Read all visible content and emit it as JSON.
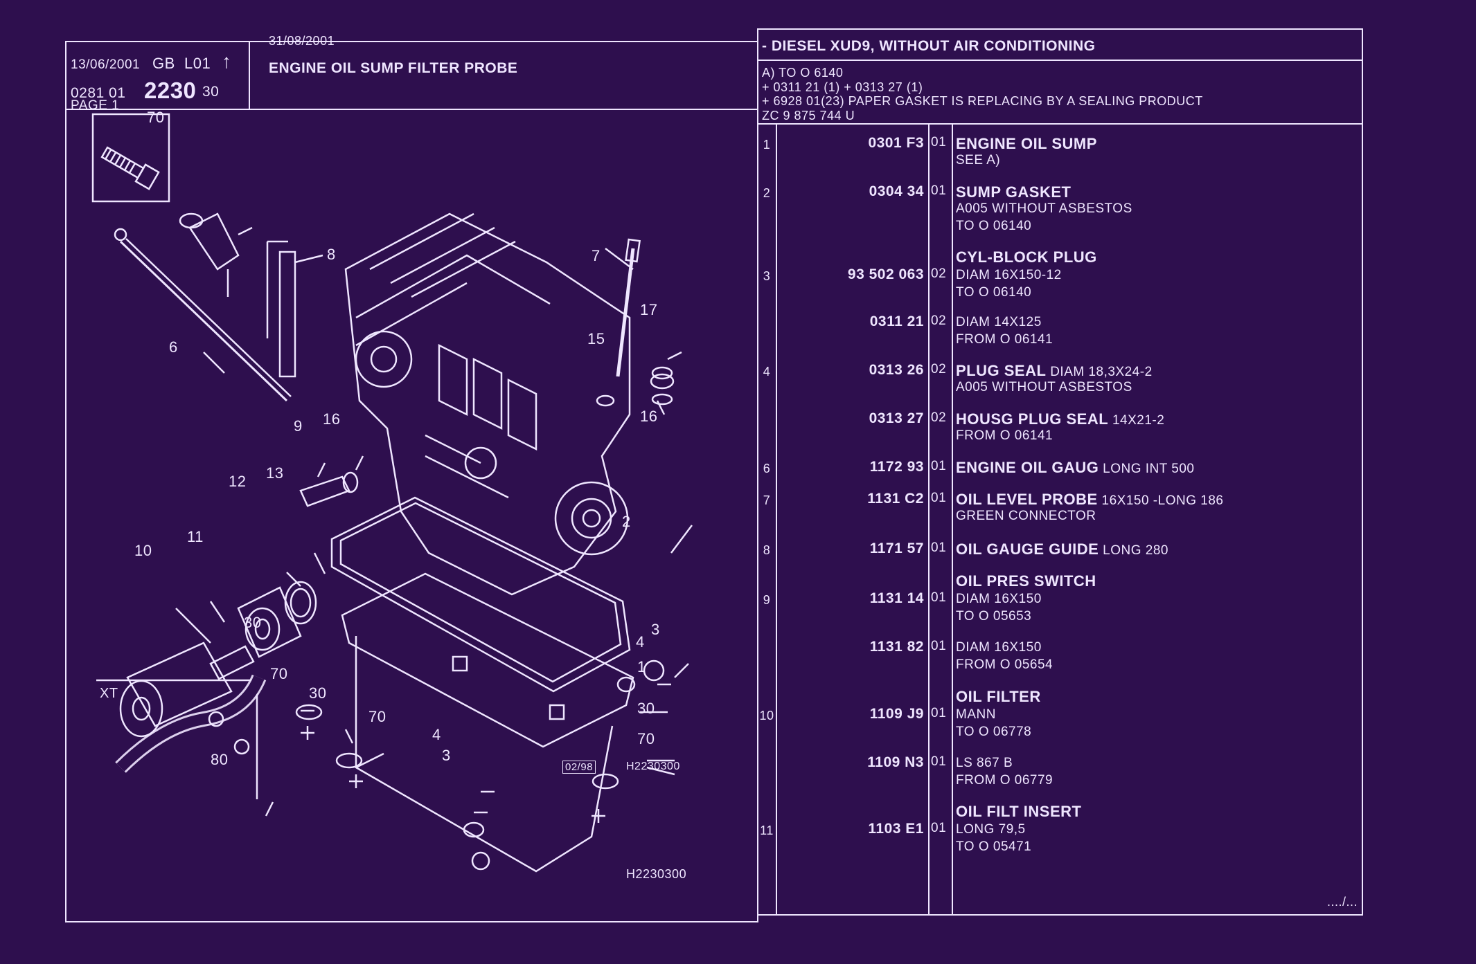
{
  "header": {
    "date1": "13/06/2001",
    "lang": "GB",
    "level": "L01",
    "arrow": "↑",
    "ref_prefix": "0281  01",
    "ref_main": "2230",
    "ref_suffix": "30",
    "page": "PAGE  1",
    "date2": "31/08/2001",
    "title": "ENGINE OIL SUMP FILTER PROBE",
    "variant": "- DIESEL XUD9, WITHOUT AIR CONDITIONING",
    "notes": [
      "A) TO O 6140",
      "+  0311 21 (1)  +  0313 27 (1)",
      "+  6928 01(23) PAPER GASKET IS REPLACING BY A SEALING PRODUCT",
      "ZC 9 875 744 U"
    ]
  },
  "diagram": {
    "labels": [
      "70",
      "8",
      "7",
      "17",
      "6",
      "15",
      "16",
      "9",
      "16",
      "12",
      "13",
      "2",
      "10",
      "11",
      "30",
      "3",
      "4",
      "1",
      "70",
      "30",
      "70",
      "30",
      "70",
      "4",
      "3",
      "80",
      "XT"
    ],
    "ref_box": "02/98",
    "code1": "H2230300",
    "code2": "H2230300"
  },
  "parts": [
    {
      "idx": "1",
      "part": "0301 F3",
      "qty": "01",
      "name": "ENGINE OIL SUMP",
      "spec": "",
      "lines": [
        "SEE A)"
      ]
    },
    {
      "idx": "2",
      "part": "0304 34",
      "qty": "01",
      "name": "SUMP GASKET",
      "spec": "",
      "lines": [
        "A005 WITHOUT ASBESTOS",
        "TO  O  06140"
      ]
    },
    {
      "idx": "",
      "part": "",
      "qty": "",
      "name": "CYL-BLOCK PLUG",
      "spec": "",
      "lines": []
    },
    {
      "idx": "3",
      "part": "93 502 063",
      "qty": "02",
      "name": "",
      "spec": "",
      "lines": [
        "DIAM 16X150-12",
        "TO  O  06140"
      ]
    },
    {
      "idx": "",
      "part": "0311 21",
      "qty": "02",
      "name": "",
      "spec": "",
      "lines": [
        "DIAM 14X125",
        "FROM  O  06141"
      ]
    },
    {
      "idx": "4",
      "part": "0313 26",
      "qty": "02",
      "name": "PLUG SEAL",
      "spec": "DIAM 18,3X24-2",
      "lines": [
        "A005 WITHOUT ASBESTOS"
      ]
    },
    {
      "idx": "",
      "part": "0313 27",
      "qty": "02",
      "name": "HOUSG PLUG SEAL",
      "spec": "14X21-2",
      "lines": [
        "FROM  O  06141"
      ]
    },
    {
      "idx": "6",
      "part": "1172 93",
      "qty": "01",
      "name": "ENGINE OIL GAUG",
      "spec": "LONG INT 500",
      "lines": []
    },
    {
      "idx": "7",
      "part": "1131 C2",
      "qty": "01",
      "name": "OIL LEVEL PROBE",
      "spec": "16X150 -LONG 186",
      "lines": [
        "GREEN CONNECTOR"
      ]
    },
    {
      "idx": "8",
      "part": "1171 57",
      "qty": "01",
      "name": "OIL GAUGE GUIDE",
      "spec": "LONG 280",
      "lines": []
    },
    {
      "idx": "",
      "part": "",
      "qty": "",
      "name": "OIL PRES SWITCH",
      "spec": "",
      "lines": []
    },
    {
      "idx": "9",
      "part": "1131 14",
      "qty": "01",
      "name": "",
      "spec": "",
      "lines": [
        "DIAM 16X150",
        "TO  O  05653"
      ]
    },
    {
      "idx": "",
      "part": "1131 82",
      "qty": "01",
      "name": "",
      "spec": "",
      "lines": [
        "DIAM 16X150",
        "FROM  O  05654"
      ]
    },
    {
      "idx": "",
      "part": "",
      "qty": "",
      "name": "OIL FILTER",
      "spec": "",
      "lines": []
    },
    {
      "idx": "10",
      "part": "1109 J9",
      "qty": "01",
      "name": "",
      "spec": "",
      "lines": [
        "MANN",
        "TO  O  06778"
      ]
    },
    {
      "idx": "",
      "part": "1109 N3",
      "qty": "01",
      "name": "",
      "spec": "",
      "lines": [
        "LS 867 B",
        "FROM  O  06779"
      ]
    },
    {
      "idx": "",
      "part": "",
      "qty": "",
      "name": "OIL FILT INSERT",
      "spec": "",
      "lines": []
    },
    {
      "idx": "11",
      "part": "1103 E1",
      "qty": "01",
      "name": "",
      "spec": "",
      "lines": [
        "LONG 79,5",
        "TO  O  05471"
      ]
    }
  ],
  "footer": {
    "continued": "..../..."
  }
}
